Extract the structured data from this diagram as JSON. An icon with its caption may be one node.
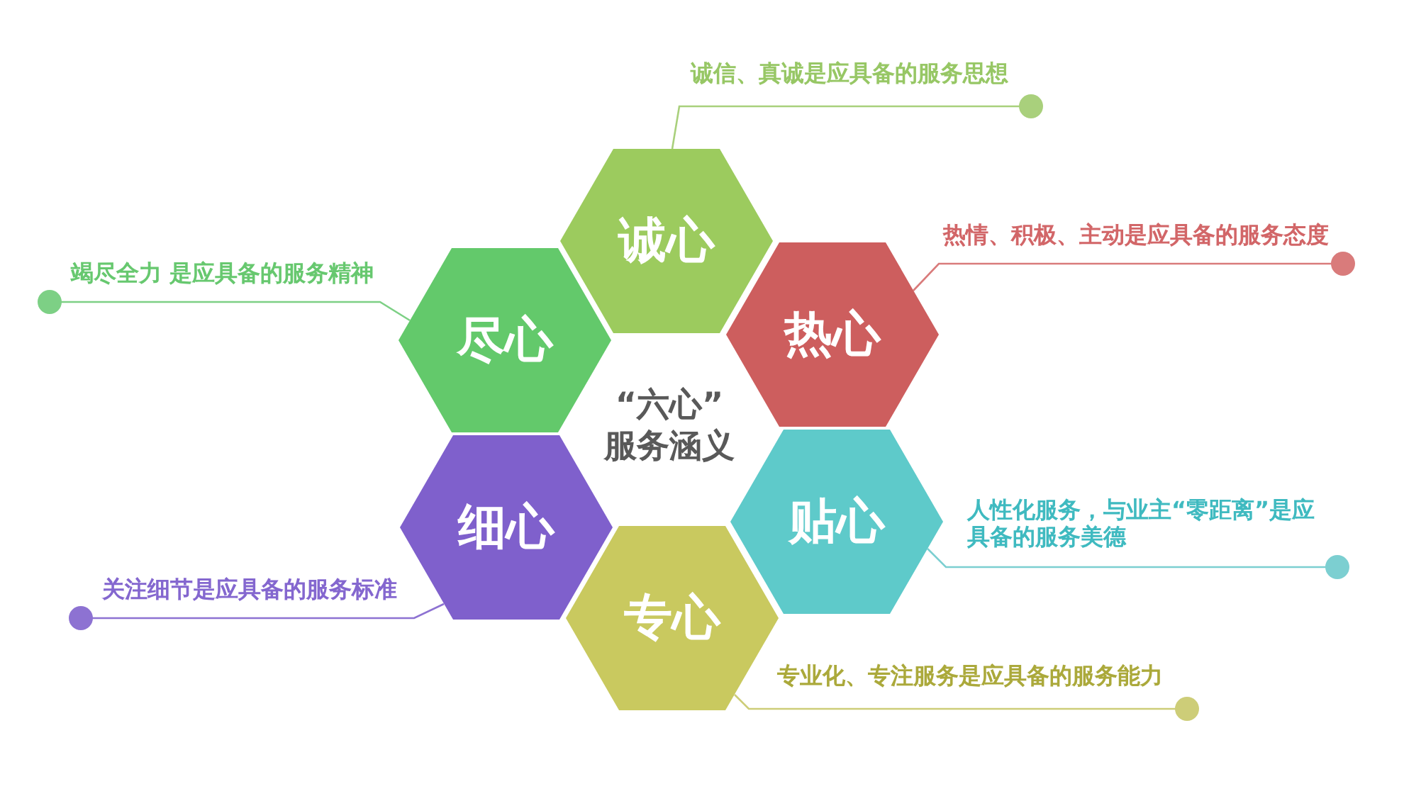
{
  "diagram": {
    "nodes": [
      {
        "text": [
          "诚心"
        ]
      },
      {
        "text": [
          "热心"
        ]
      },
      {
        "text": [
          "贴心"
        ]
      },
      {
        "text": [
          "专心"
        ]
      },
      {
        "text": [
          "细心"
        ]
      },
      {
        "text": [
          "尽心"
        ]
      },
      {
        "text": [
          "诚信、真诚是应具备的服务思想"
        ]
      },
      {
        "text": [
          "热情、积极、主动是应具备的服务态度"
        ]
      },
      {
        "text": [
          "人性化服务，与业主“零距离”是应具备的服务美德"
        ]
      },
      {
        "text": [
          "专业化、专注服务是应具备的服务能力"
        ]
      },
      {
        "text": [
          "关注细节是应具备的服务标准"
        ]
      },
      {
        "text": [
          "竭尽全力 是应具备的服务精神"
        ]
      }
    ],
    "edges": [
      {
        "from": 6,
        "to": 0,
        "arrow": "other",
        "color": "#a9d07c"
      },
      {
        "from": 7,
        "to": 1,
        "arrow": "other",
        "color": "#d97b7b"
      },
      {
        "from": 8,
        "to": 2,
        "arrow": "other",
        "color": "#7ccfd1"
      },
      {
        "from": 9,
        "to": 3,
        "arrow": "other",
        "color": "#cdcd78"
      },
      {
        "from": 10,
        "to": 4,
        "arrow": "other",
        "color": "#8d72d2"
      },
      {
        "from": 11,
        "to": 5,
        "arrow": "other",
        "color": "#7dd085"
      }
    ],
    "labels": [
      "“六心” 服务涵义"
    ]
  }
}
